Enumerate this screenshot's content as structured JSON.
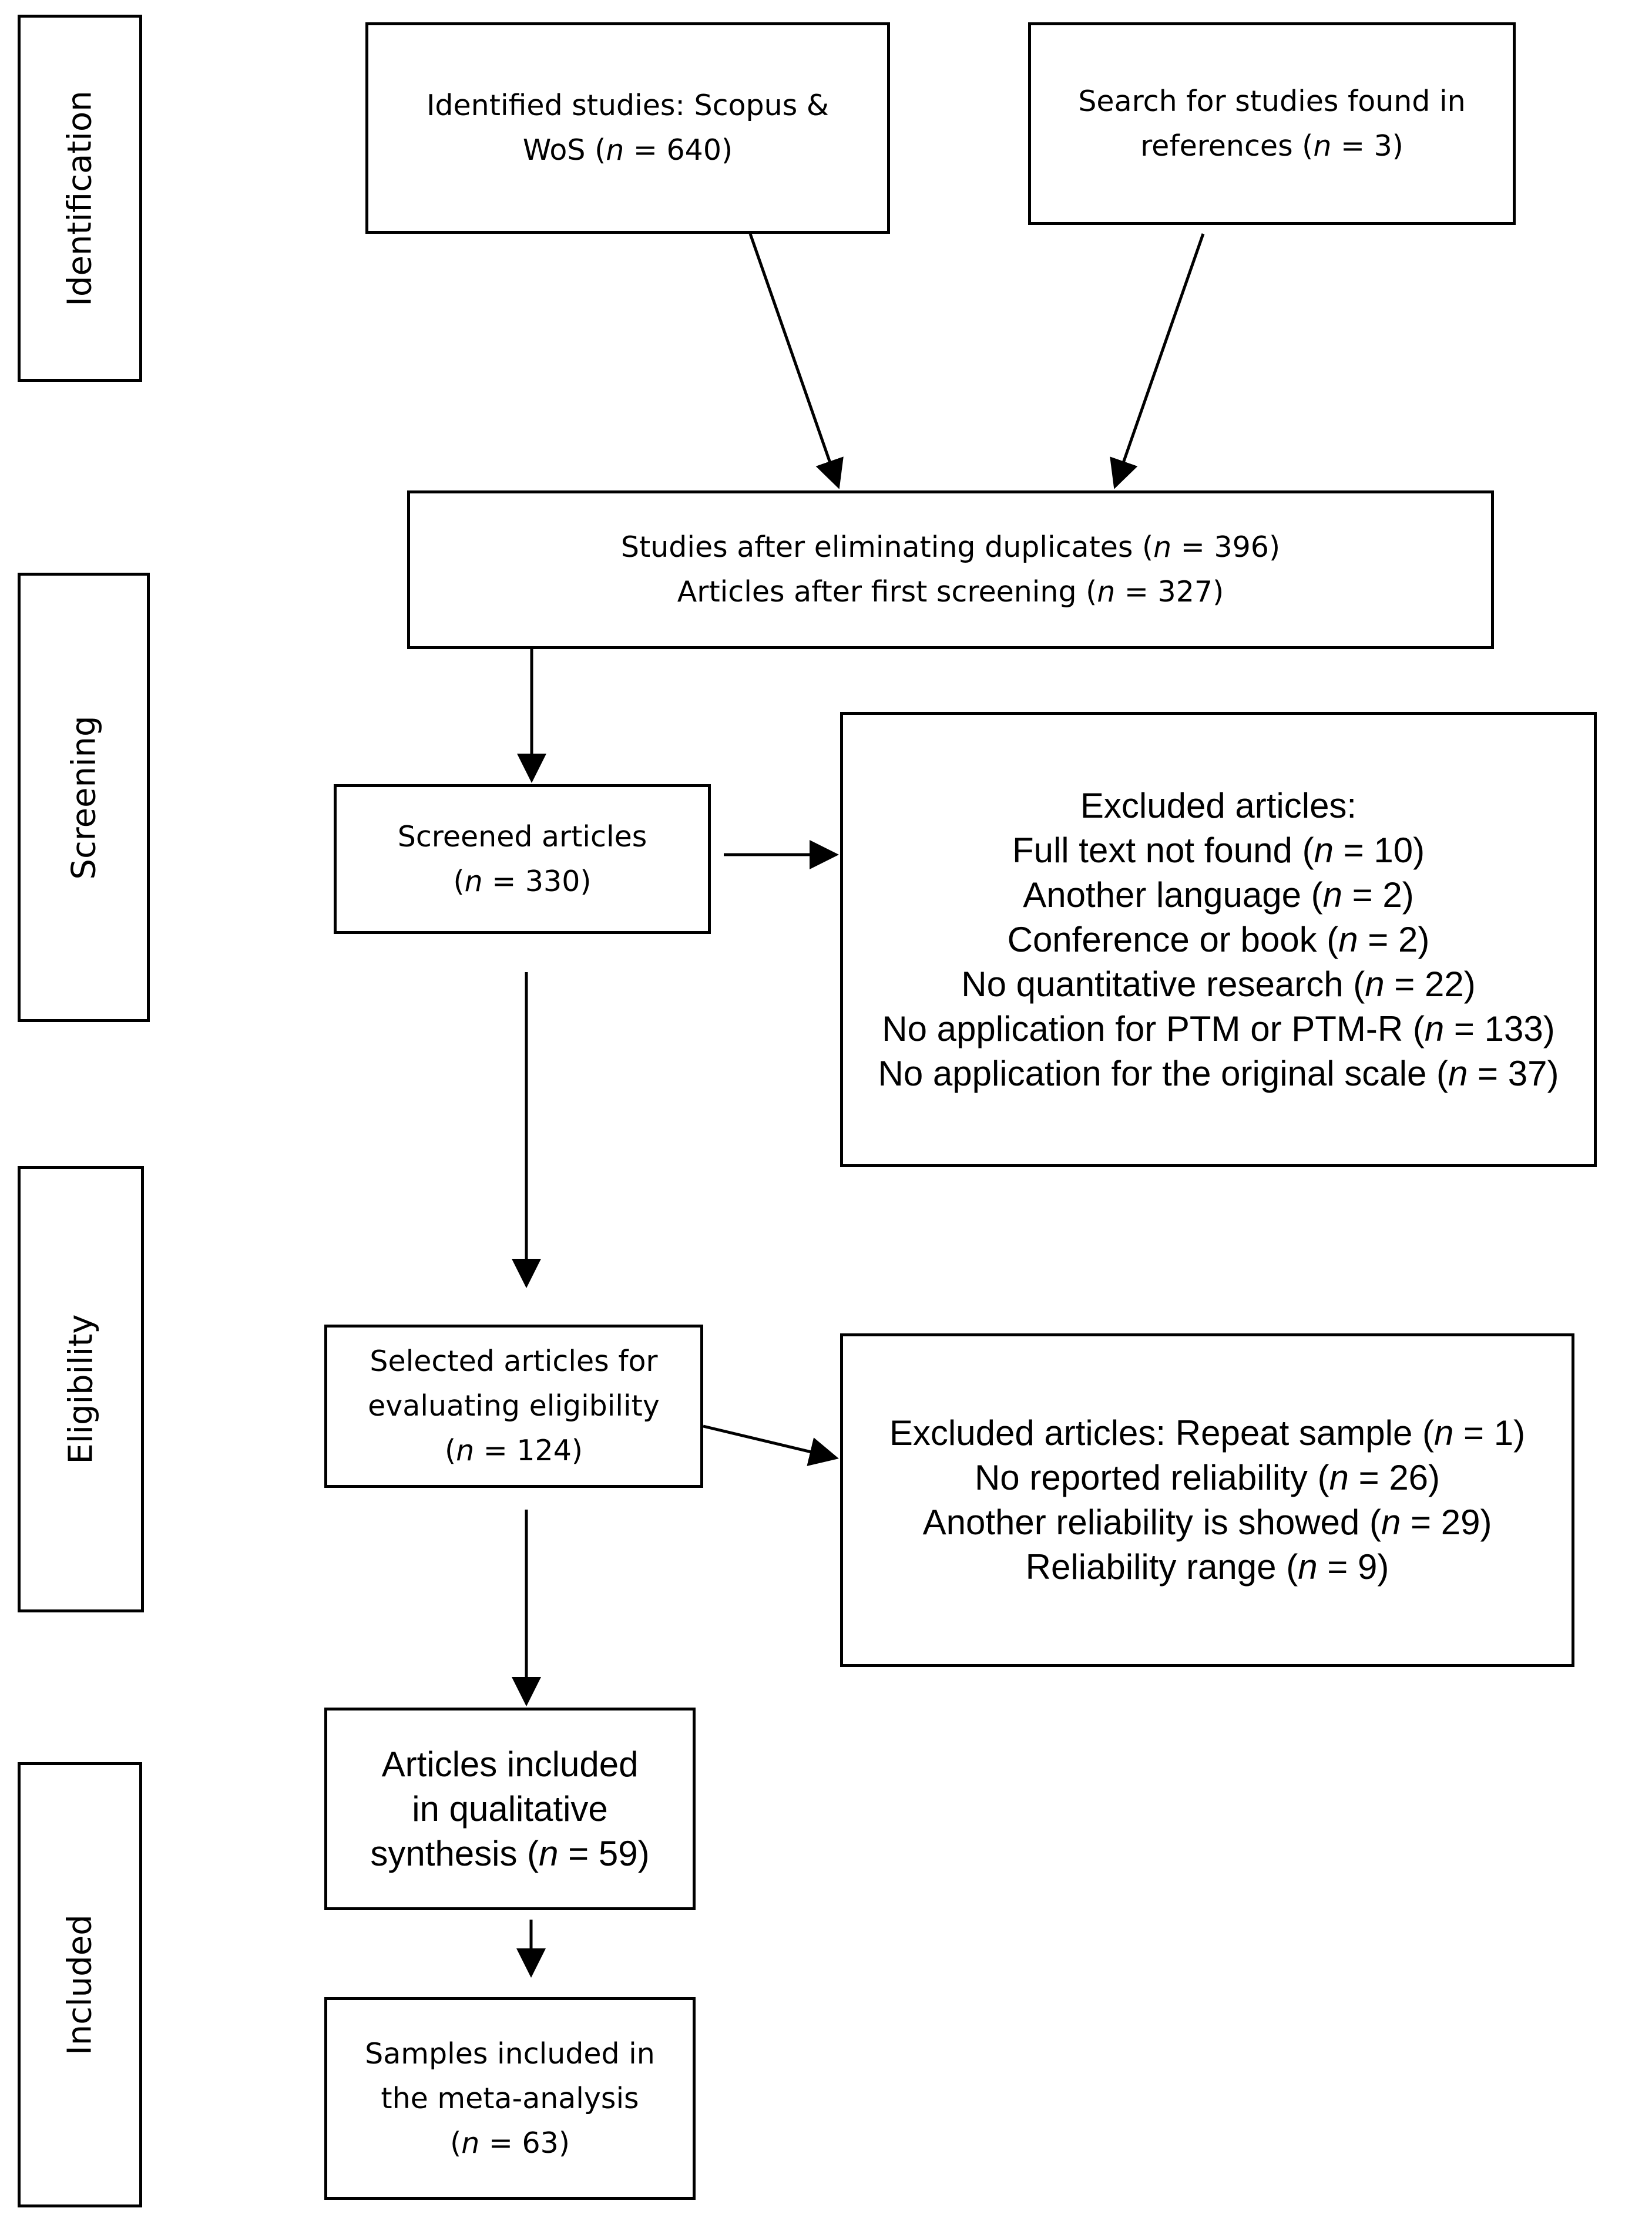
{
  "colors": {
    "stroke": "#000000",
    "background": "#ffffff"
  },
  "stages": [
    {
      "label": "Identification"
    },
    {
      "label": "Screening"
    },
    {
      "label": "Eligibility"
    },
    {
      "label": "Included"
    }
  ],
  "boxes": {
    "identified": {
      "lines": [
        "Identified studies: Scopus &",
        "WoS (n = 640)"
      ]
    },
    "references": {
      "lines": [
        "Search for studies found in",
        "references (n = 3)"
      ]
    },
    "duplicates": {
      "lines": [
        "Studies after eliminating duplicates (n = 396)",
        "Articles after first screening (n = 327)"
      ]
    },
    "screened": {
      "lines": [
        "Screened articles",
        "(n = 330)"
      ]
    },
    "excluded_screening": {
      "lines": [
        "Excluded articles:",
        "Full text not found (n = 10)",
        "Another language (n = 2)",
        "Conference or book (n = 2)",
        "No quantitative research (n = 22)",
        "No application for PTM or PTM-R (n = 133)",
        "No application for the original scale (n = 37)"
      ]
    },
    "selected": {
      "lines": [
        "Selected articles for",
        "evaluating eligibility",
        "(n = 124)"
      ]
    },
    "excluded_eligibility": {
      "lines": [
        "Excluded articles: Repeat sample (n = 1)",
        "No reported reliability (n = 26)",
        "Another reliability is showed (n = 29)",
        "Reliability range (n = 9)"
      ]
    },
    "qualitative": {
      "lines": [
        "Articles included",
        "in qualitative",
        "synthesis (n = 59)"
      ]
    },
    "meta": {
      "lines": [
        "Samples included in",
        "the meta-analysis",
        "(n = 63)"
      ]
    }
  }
}
